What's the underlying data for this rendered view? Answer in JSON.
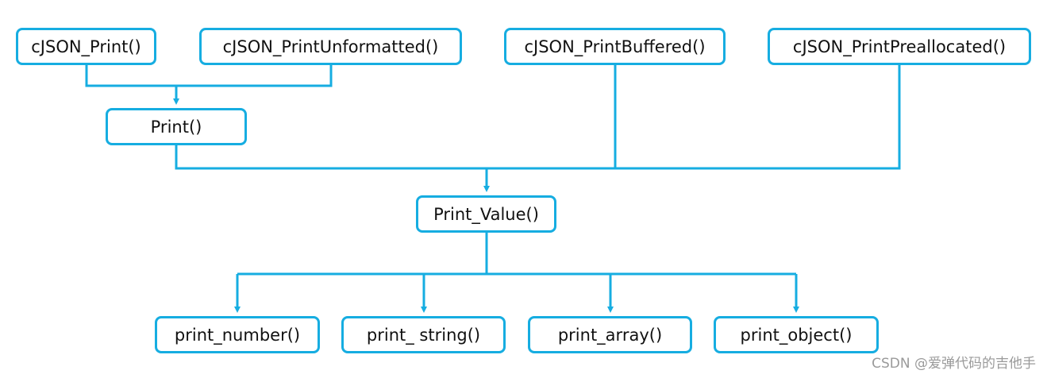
{
  "nodes": {
    "cjson_print": "cJSON_Print()",
    "cjson_print_unformatted": "cJSON_PrintUnformatted()",
    "cjson_print_buffered": "cJSON_PrintBuffered()",
    "cjson_print_preallocated": "cJSON_PrintPreallocated()",
    "print": "Print()",
    "print_value": "Print_Value()",
    "print_number": "print_number()",
    "print_string": "print_ string()",
    "print_array": "print_array()",
    "print_object": "print_object()"
  },
  "edges": [
    {
      "from": "cjson_print",
      "to": "print"
    },
    {
      "from": "cjson_print_unformatted",
      "to": "print"
    },
    {
      "from": "print",
      "to": "print_value"
    },
    {
      "from": "cjson_print_buffered",
      "to": "print_value"
    },
    {
      "from": "cjson_print_preallocated",
      "to": "print_value"
    },
    {
      "from": "print_value",
      "to": "print_number"
    },
    {
      "from": "print_value",
      "to": "print_string"
    },
    {
      "from": "print_value",
      "to": "print_array"
    },
    {
      "from": "print_value",
      "to": "print_object"
    }
  ],
  "colors": {
    "stroke": "#16ADE1",
    "text": "#111111",
    "watermark": "#9a9a9a"
  },
  "watermark": "CSDN @爱弹代码的吉他手"
}
